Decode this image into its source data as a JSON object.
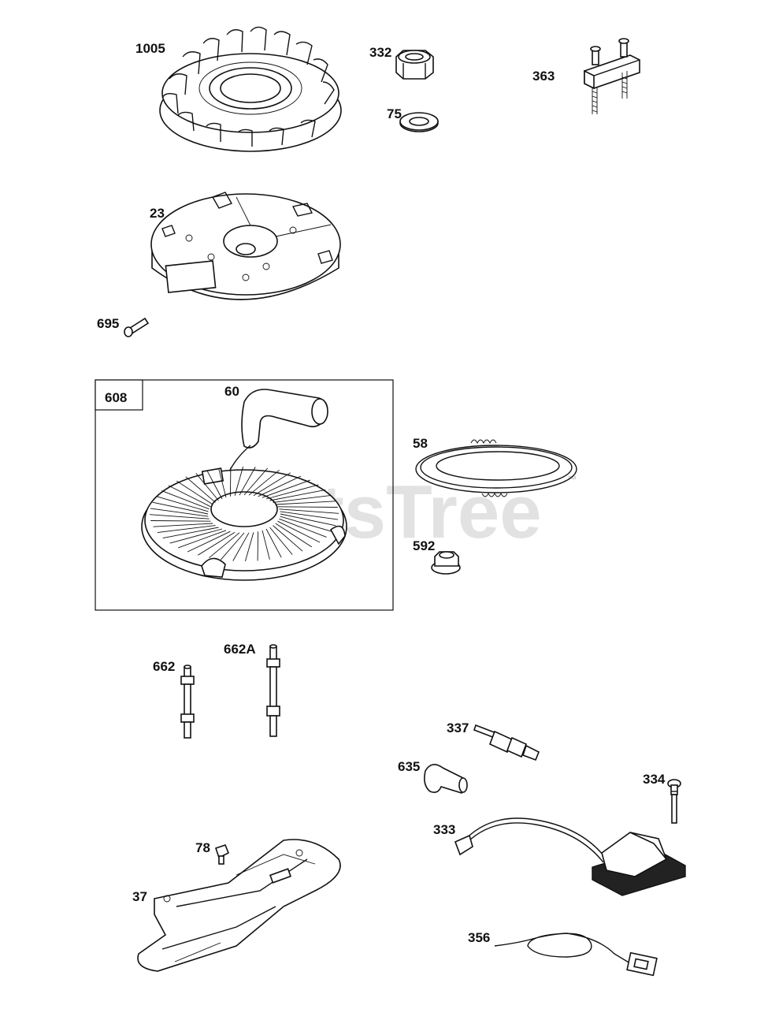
{
  "watermark": {
    "text": "PartsTree",
    "trademark": "™"
  },
  "group_box": {
    "label": "608"
  },
  "parts": {
    "flywheel": "1005",
    "nut": "332",
    "washer": "75",
    "bracket": "363",
    "rotor": "23",
    "pin": "695",
    "starter_handle": "60",
    "rope": "58",
    "flange_nut": "592",
    "stud": "662",
    "stud_long": "662A",
    "spark_plug": "337",
    "boot": "635",
    "screw": "334",
    "armature": "333",
    "shield_screw": "78",
    "shield": "37",
    "ground_wire": "356"
  }
}
